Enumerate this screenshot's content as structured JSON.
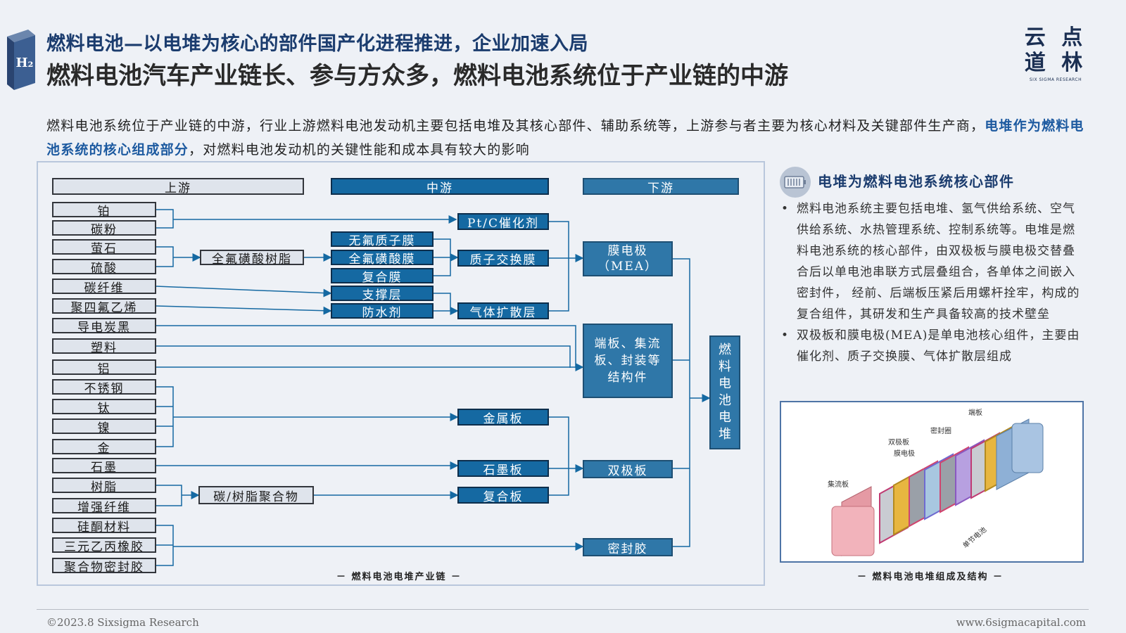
{
  "header": {
    "logo_text": "H₂",
    "title_1": "燃料电池—以电堆为核心的部件国产化进程推进，企业加速入局",
    "title_2": "燃料电池汽车产业链长、参与方众多，燃料电池系统位于产业链的中游",
    "brand_cn_1": "云 点",
    "brand_cn_2": "道 林",
    "brand_en": "SIX SIGMA RESEARCH"
  },
  "intro": {
    "part1": "燃料电池系统位于产业链的中游，行业上游燃料电池发动机主要包括电堆及其核心部件、辅助系统等，上游参与者主要为核心材料及关键部件生产商，",
    "highlight": "电堆作为燃料电池系统的核心组成部分",
    "part2": "，对燃料电池发动机的关键性能和成本具有较大的影响"
  },
  "diagram": {
    "headers": {
      "upstream": "上游",
      "midstream": "中游",
      "downstream": "下游"
    },
    "raw_materials": [
      "铂",
      "碳粉",
      "萤石",
      "硫酸",
      "碳纤维",
      "聚四氟乙烯",
      "导电炭黑",
      "塑料",
      "铝",
      "不锈钢",
      "钛",
      "镍",
      "金",
      "石墨",
      "树脂",
      "增强纤维",
      "硅酮材料",
      "三元乙丙橡胶",
      "聚合物密封胶"
    ],
    "intermediates": {
      "pfsa_resin": "全氟磺酸树脂",
      "carbon_resin": "碳/树脂聚合物"
    },
    "mid_components": [
      "无氟质子膜",
      "全氟磺酸膜",
      "复合膜",
      "支撑层",
      "防水剂"
    ],
    "mid_products": {
      "catalyst": "Pt/C催化剂",
      "pem": "质子交换膜",
      "gdl": "气体扩散层",
      "metal_plate": "金属板",
      "graphite_plate": "石墨板",
      "composite_plate": "复合板"
    },
    "downstream": {
      "mea_1": "膜电极",
      "mea_2": "（MEA）",
      "endplate": "端板、集流板、封装等结构件",
      "bipolar": "双极板",
      "sealant": "密封胶",
      "stack": [
        "燃",
        "料",
        "电",
        "池",
        "电",
        "堆"
      ]
    },
    "caption": "－ 燃料电池电堆产业链 －"
  },
  "side": {
    "title": "电堆为燃料电池系统核心部件",
    "bullets": [
      "燃料电池系统主要包括电堆、氢气供给系统、空气供给系统、水热管理系统、控制系统等。电堆是燃料电池系统的核心部件，由双极板与膜电极交替叠合后以单电池串联方式层叠组合，各单体之间嵌入密封件， 经前、后端板压紧后用螺杆拴牢，构成的复合组件，其研发和生产具备较高的技术壁垒",
      "双极板和膜电极(MEA)是单电池核心组件，主要由催化剂、质子交换膜、气体扩散层组成"
    ],
    "image_labels": {
      "endplate": "端板",
      "seal": "密封圈",
      "bipolar": "双极板",
      "mea": "膜电极",
      "collector": "集流板",
      "cell": "单节电池"
    },
    "caption": "－ 燃料电池电堆组成及结构 －"
  },
  "footer": {
    "copyright": "©2023.8 Sixsigma Research",
    "url": "www.6sigmacapital.com"
  },
  "colors": {
    "title_blue": "#1b3c6e",
    "box_dark": "#1569a2",
    "box_light": "#dfe4ec",
    "highlight": "#1d5aa0"
  }
}
